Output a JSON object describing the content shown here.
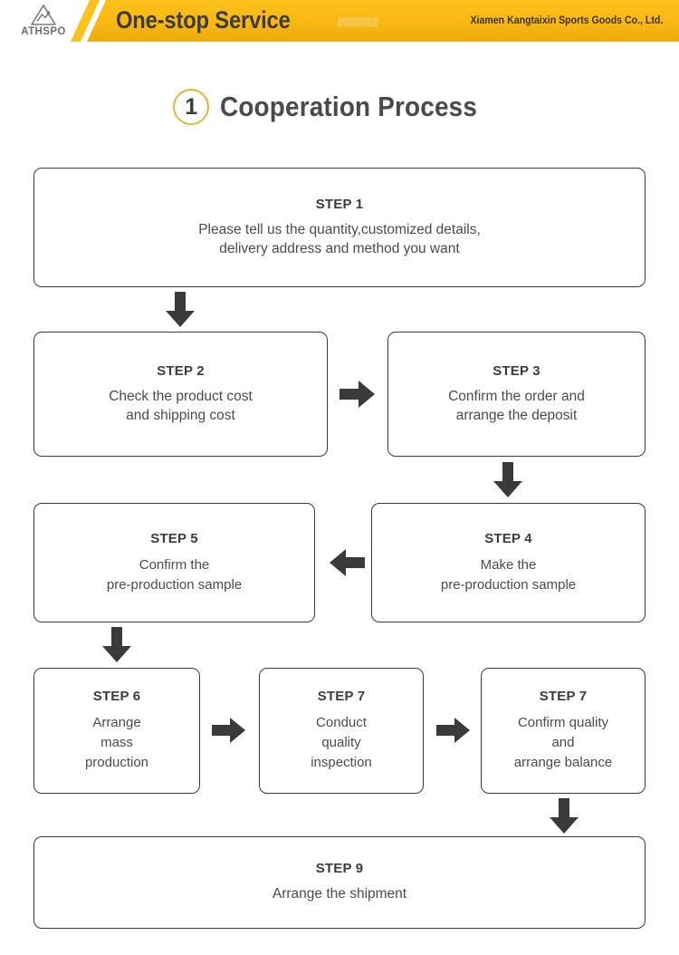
{
  "header": {
    "logo_text": "ATHSPO",
    "logo_icon": "triangle-mountain-logo",
    "title": "One-stop Service",
    "slashes": "///////////////////",
    "company": "Xiamen Kangtaixin Sports Goods Co., Ltd.",
    "accent_color": "#f9b713",
    "title_color": "#3c3c3c"
  },
  "section": {
    "number": "1",
    "title": "Cooperation Process",
    "badge_color": "#e3b53c"
  },
  "flow": {
    "box_border_color": "#3a3a3a",
    "arrow_color": "#3a3a3a",
    "steps": [
      {
        "id": "step-1",
        "title": "STEP 1",
        "body": "Please tell us the quantity,customized details,\ndelivery address and method you want"
      },
      {
        "id": "step-2",
        "title": "STEP 2",
        "body": "Check the product cost\nand shipping cost"
      },
      {
        "id": "step-3",
        "title": "STEP 3",
        "body": "Confirm the order and\narrange the deposit"
      },
      {
        "id": "step-5",
        "title": "STEP 5",
        "body": "Confirm the\npre-production sample"
      },
      {
        "id": "step-4",
        "title": "STEP 4",
        "body": "Make the\npre-production sample"
      },
      {
        "id": "step-6",
        "title": "STEP 6",
        "body": "Arrange\nmass\nproduction"
      },
      {
        "id": "step-7a",
        "title": "STEP 7",
        "body": "Conduct\nquality\ninspection"
      },
      {
        "id": "step-7b",
        "title": "STEP 7",
        "body": "Confirm quality\nand\narrange balance"
      },
      {
        "id": "step-9",
        "title": "STEP 9",
        "body": "Arrange the shipment"
      }
    ],
    "arrows": [
      {
        "id": "arrow-step1-to-step2",
        "direction": "down"
      },
      {
        "id": "arrow-step2-to-step3",
        "direction": "right"
      },
      {
        "id": "arrow-step3-to-step4",
        "direction": "down"
      },
      {
        "id": "arrow-step4-to-step5",
        "direction": "left"
      },
      {
        "id": "arrow-step5-to-step6",
        "direction": "down"
      },
      {
        "id": "arrow-step6-to-step7a",
        "direction": "right"
      },
      {
        "id": "arrow-step7a-to-step7b",
        "direction": "right"
      },
      {
        "id": "arrow-step7b-to-step9",
        "direction": "down"
      }
    ]
  }
}
